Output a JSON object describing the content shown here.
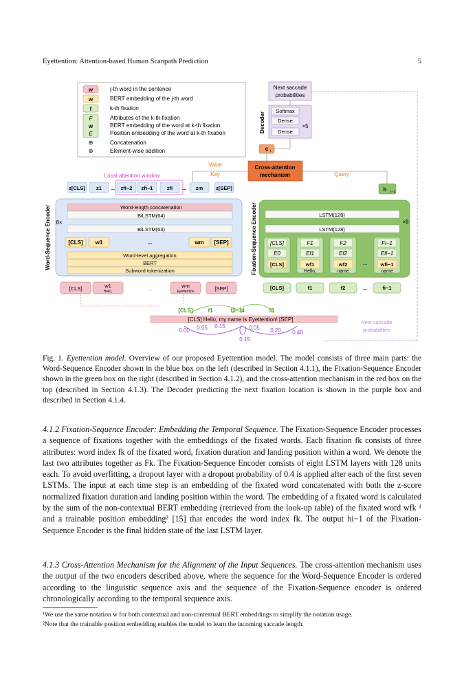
{
  "header": {
    "running_title": "Eyettention: Attention-based Human Scanpath Prediction",
    "page_number": "5"
  },
  "figure": {
    "legend": [
      {
        "sym": "wj",
        "text": "j-th word in the sentence"
      },
      {
        "sym": "wj",
        "text": "BERT embedding of the j-th word"
      },
      {
        "sym": "fk",
        "text": "k-th fixation"
      },
      {
        "sym": "Fk",
        "text": "Attributes of the k-th fixation"
      },
      {
        "sym": "wfk",
        "text": "BERT embedding of the word at k-th fixation"
      },
      {
        "sym": "Efk",
        "text": "Position embedding of the word at k-th fixation"
      },
      {
        "sym": "⊕",
        "text": "Concatenation"
      },
      {
        "sym": "⊕",
        "text": "Element-wise addition"
      }
    ],
    "decoder": {
      "label": "Decoder",
      "softmax": "Softmax",
      "dense": "Dense",
      "times": "×5",
      "next_saccade": [
        "Next saccade",
        "probabilities"
      ]
    },
    "c_label": "ci",
    "cross_attention": [
      "Cross-attention",
      "mechanism"
    ],
    "value": "Value",
    "key": "Key",
    "query": "Query",
    "local_window": "Local attention window",
    "h_label": "hi−1",
    "word_encoder": {
      "title": "Word-Sequence Encoder",
      "z": [
        "z[CLS]",
        "z1",
        "...",
        "zfi−2",
        "zfi−1",
        "zfi",
        "...",
        "zm",
        "z[SEP]"
      ],
      "wl_concat": "Word-length concatenation",
      "bilstm1": "BiLSTM(64)",
      "bilstm2": "BiLSTM(64)",
      "times": "8×",
      "tokens": [
        "[CLS]",
        "w1",
        "...",
        "wm",
        "[SEP]"
      ],
      "aggregation": "Word-level aggregation",
      "bert": "BERT",
      "subword": "Subword tokenization",
      "inputs": [
        "[CLS]",
        "w1",
        "...",
        "wm",
        "[SEP]"
      ],
      "input_sub": [
        "Hello,",
        "Eyettention"
      ]
    },
    "fixation_encoder": {
      "title": "Fixation-Sequence Encoder",
      "lstm1": "LSTM(128)",
      "lstm2": "LSTM(128)",
      "times": "×8",
      "cols": [
        {
          "top": "[CLS]",
          "mid": "E0",
          "bot": "[CLS]",
          "word": ""
        },
        {
          "top": "F1",
          "mid": "Ef1",
          "bot": "wf1",
          "word": "Hello,"
        },
        {
          "top": "F2",
          "mid": "Ef2",
          "bot": "wf2",
          "word": "name"
        },
        {
          "top": "Fi−1",
          "mid": "Efi−1",
          "bot": "wfi−1",
          "word": "name"
        }
      ],
      "inputs": [
        "[CLS]",
        "f1",
        "f2",
        "...",
        "fi−1"
      ]
    },
    "scanpath": {
      "fixations": [
        "[CLS]",
        "f1",
        "f2",
        "f4",
        "f3"
      ],
      "sentence": "[CLS] Hello, my name is Eyettention! [SEP]",
      "probs": [
        "0.00",
        "0.05",
        "0.15",
        "0.05",
        "0.20",
        "0.40",
        "0.15"
      ],
      "next": [
        "Next saccade",
        "probabilities"
      ]
    }
  },
  "caption": {
    "label": "Fig. 1.",
    "title": "Eyettention model.",
    "text": "Overview of our proposed Eyettention model. The model consists of three main parts: the Word-Sequence Encoder shown in the blue box on the left (described in Section 4.1.1), the Fixation-Sequence Encoder shown in the green box on the right (described in Section 4.1.2), and the cross-attention mechanism in the red box on the top (described in Section 4.1.3). The Decoder predicting the next fixation location is shown in the purple box and described in Section 4.1.4."
  },
  "sec412": {
    "heading": "4.1.2   Fixation-Sequence Encoder: Embedding the Temporal Sequence.",
    "text": " The Fixation-Sequence Encoder processes a sequence of fixations together with the embeddings of the fixated words. Each fixation fk consists of three attributes: word index fk of the fixated word, fixation duration and landing position within a word. We denote the last two attributes together as Fk. The Fixation-Sequence Encoder consists of eight LSTM layers with 128 units each. To avoid overfitting, a dropout layer with a dropout probability of 0.4 is applied after each of the first seven LSTMs. The input at each time step is an embedding of the fixated word concatenated with both the z-score normalized fixation duration and landing position within the word. The embedding of a fixated word is calculated by the sum of the non-contextual BERT embedding (retrieved from the look-up table) of the fixated word wfk ¹ and a trainable position embedding² [15] that encodes the word index fk. The output hi−1 of the Fixation-Sequence Encoder is the final hidden state of the last LSTM layer."
  },
  "sec413": {
    "heading": "4.1.3   Cross-Attention Mechanism for the Alignment of the Input Sequences.",
    "text": " The cross-attention mechanism uses the output of the two encoders described above, where the sequence for the Word-Sequence Encoder is ordered according to the linguistic sequence axis and the sequence of the Fixation-Sequence encoder is ordered chronologically according to the temporal sequence axis."
  },
  "footnotes": [
    "¹We use the same notation w for both contextual and non-contextual BERT embeddings to simplify the notation usage.",
    "²Note that the trainable position embedding enables the model to learn the incoming saccade length."
  ],
  "colors": {
    "blue_box": "#dce8f7",
    "green_box": "#8fc36a",
    "red_box": "#e8743b",
    "purple_box": "#e4dcef",
    "pink": "#f2c3c8"
  }
}
